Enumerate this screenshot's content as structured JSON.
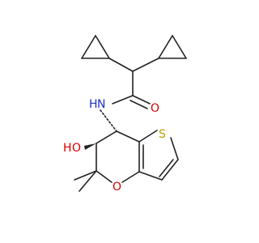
{
  "molecule": {
    "atoms": {
      "nitrogen_amide": {
        "symbol": "N",
        "hydrogen": "H"
      },
      "oxygen_carbonyl": {
        "symbol": "O"
      },
      "oxygen_hydroxyl": {
        "symbol": "O",
        "hydrogen": "H"
      },
      "oxygen_ring": {
        "symbol": "O"
      },
      "sulfur_thiophene": {
        "symbol": "S"
      }
    },
    "colors": {
      "bond": "#222222",
      "nitrogen": "#1f2fbf",
      "oxygen": "#d40000",
      "sulfur": "#b8a000"
    }
  }
}
